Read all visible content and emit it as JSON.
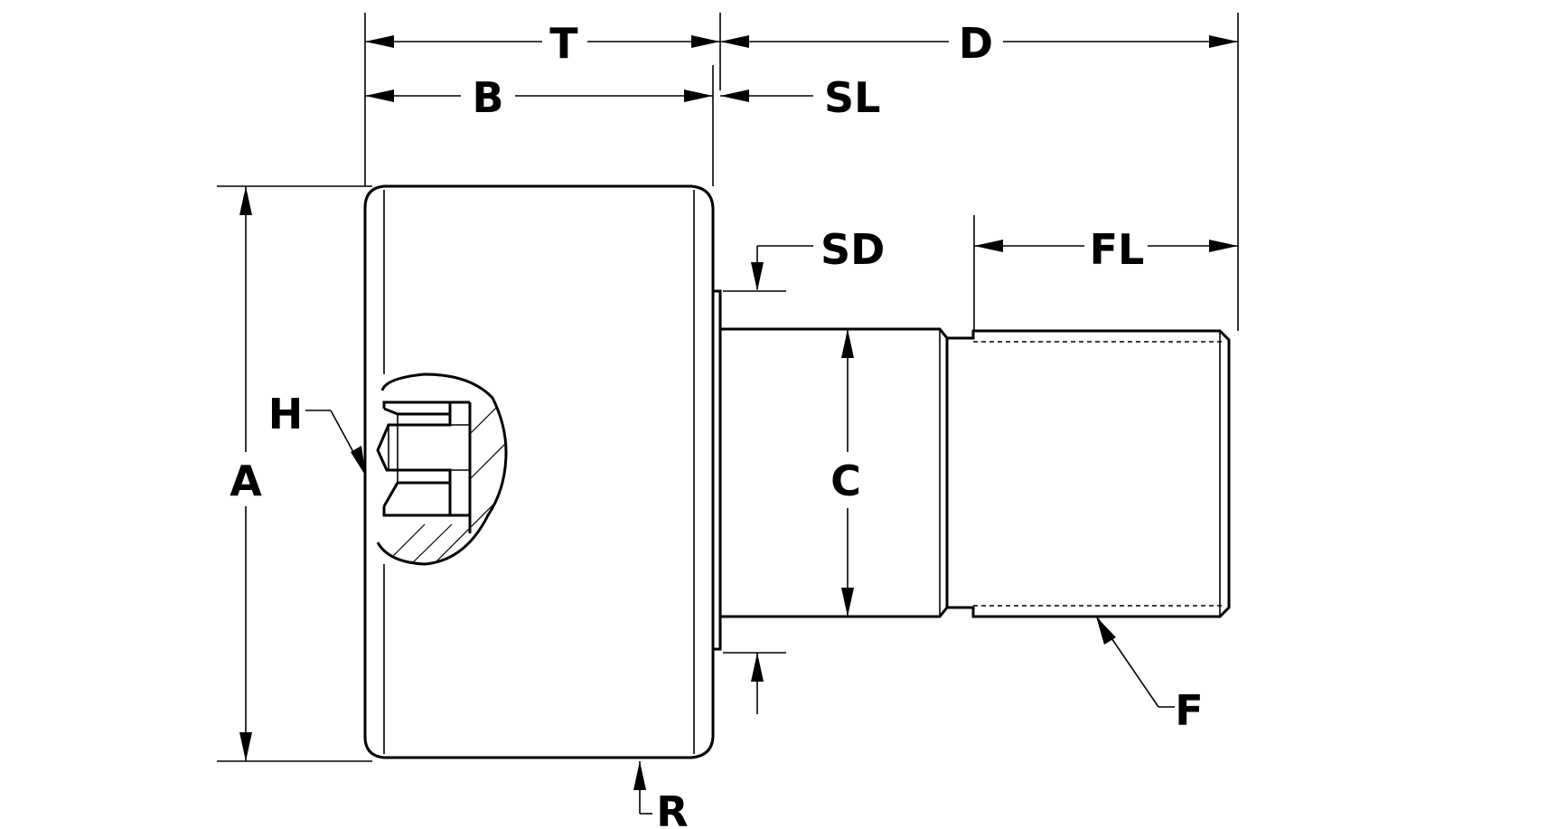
{
  "labels": {
    "T": "T",
    "B": "B",
    "D": "D",
    "SL": "SL",
    "SD": "SD",
    "FL": "FL",
    "A": "A",
    "H": "H",
    "C": "C",
    "F": "F",
    "R": "R"
  }
}
